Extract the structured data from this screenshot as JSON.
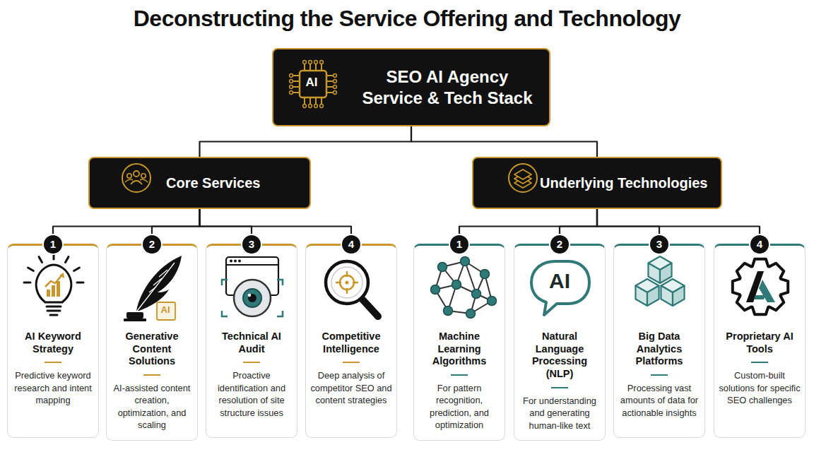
{
  "diagram": {
    "title": "Deconstructing the Service Offering and Technology",
    "nodes": [
      {
        "text": [
          "SEO AI Agency Service & Tech Stack"
        ]
      },
      {
        "text": [
          "Core Services"
        ]
      },
      {
        "text": [
          "Underlying Technologies"
        ]
      },
      {
        "text": [
          "AI Keyword Strategy",
          "Predictive keyword research and intent mapping"
        ]
      },
      {
        "text": [
          "Generative Content Solutions",
          "AI-assisted content creation, optimization, and scaling"
        ]
      },
      {
        "text": [
          "Technical AI Audit",
          "Proactive identification and resolution of site structure issues"
        ]
      },
      {
        "text": [
          "Competitive Intelligence",
          "Deep analysis of competitor SEO and content strategies"
        ]
      },
      {
        "text": [
          "Machine Learning Algorithms",
          "For pattern recognition, prediction, and optimization"
        ]
      },
      {
        "text": [
          "Natural Language Processing (NLP)",
          "For understanding and generating human-like text"
        ]
      },
      {
        "text": [
          "Big Data Analytics Platforms",
          "Processing vast amounts of data for actionable insights"
        ]
      },
      {
        "text": [
          "Proprietary AI Tools",
          "Custom-built solutions for specific SEO challenges"
        ]
      }
    ],
    "edges": [
      {
        "from": 0,
        "to": 1,
        "arrow": "none"
      },
      {
        "from": 0,
        "to": 2,
        "arrow": "none"
      },
      {
        "from": 1,
        "to": 3,
        "arrow": "none"
      },
      {
        "from": 1,
        "to": 4,
        "arrow": "none"
      },
      {
        "from": 1,
        "to": 5,
        "arrow": "none"
      },
      {
        "from": 1,
        "to": 6,
        "arrow": "none"
      },
      {
        "from": 2,
        "to": 7,
        "arrow": "none"
      },
      {
        "from": 2,
        "to": 8,
        "arrow": "none"
      },
      {
        "from": 2,
        "to": 9,
        "arrow": "none"
      },
      {
        "from": 2,
        "to": 10,
        "arrow": "none"
      }
    ],
    "labels": [
      "AI",
      "1",
      "2",
      "3",
      "4",
      "1",
      "2",
      "3",
      "4",
      "AI",
      "AI"
    ]
  }
}
